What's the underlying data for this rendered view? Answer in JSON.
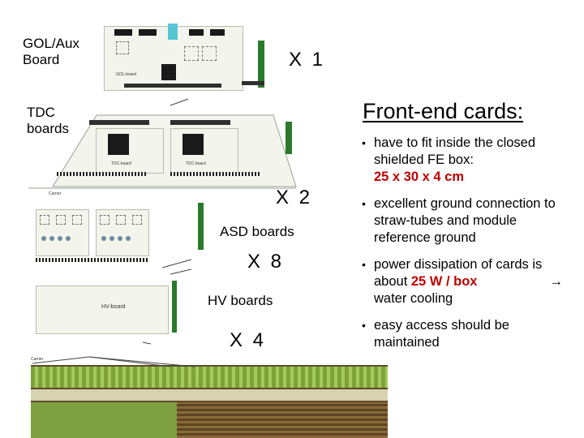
{
  "labels": {
    "gol_aux": "GOL/Aux Board",
    "tdc": "TDC boards",
    "asd": "ASD boards",
    "hv": "HV boards"
  },
  "multipliers": {
    "x1": "X 1",
    "x2": "X 2",
    "x8": "X 8",
    "x4": "X 4"
  },
  "panel": {
    "title": "Front-end cards:",
    "bullets": [
      {
        "pre": "have to fit inside the closed shielded FE box:",
        "highlight": "25 x 30 x 4 cm",
        "post": ""
      },
      {
        "pre": "excellent ground connection to straw-tubes and module reference ground",
        "highlight": "",
        "post": ""
      },
      {
        "pre": "power dissipation of cards is about ",
        "highlight": "25 W / box",
        "arrow": "→",
        "post": "water cooling"
      },
      {
        "pre": "easy access should be maintained",
        "highlight": "",
        "post": ""
      }
    ]
  },
  "colors": {
    "highlight": "#c00000",
    "board_green": "#2b7a2b",
    "board_bg": "#f3f5ec"
  }
}
